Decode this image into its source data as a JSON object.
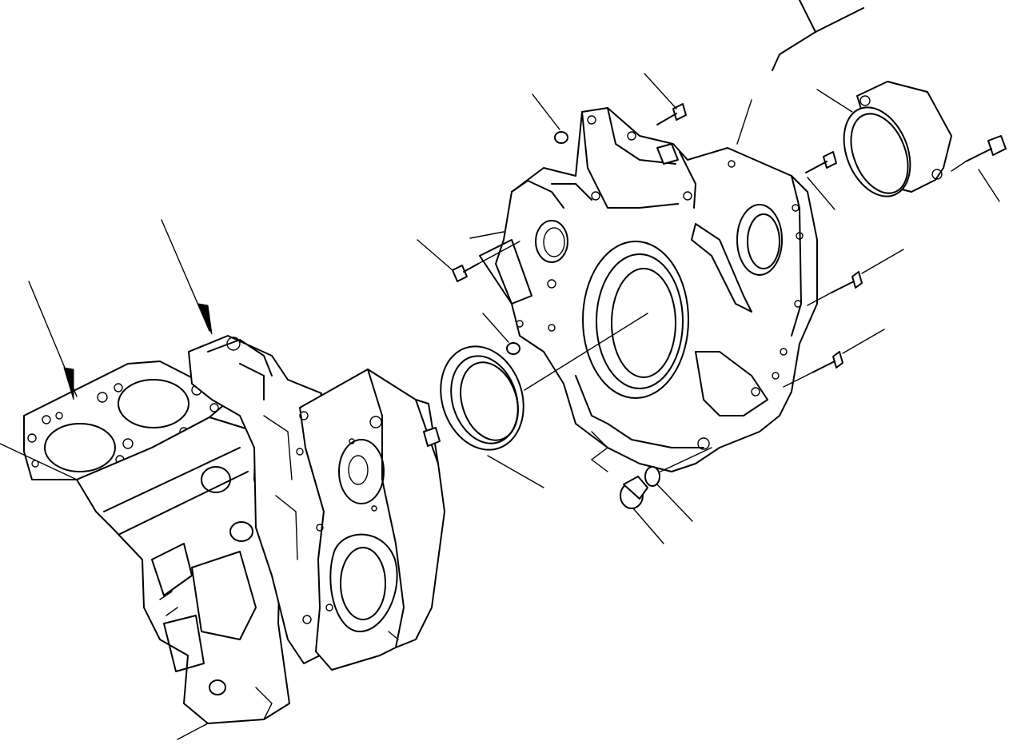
{
  "diagram": {
    "type": "exploded-parts-view",
    "labels": [],
    "colors": {
      "line": "#000000",
      "background": "#ffffff"
    },
    "parts": [
      "cylinder-head-gasket",
      "cylinder-block",
      "gear-housing",
      "front-cover",
      "front-crankshaft-seal",
      "dowel-pin-upper",
      "dowel-pin-lower",
      "cover-bolt-left",
      "cover-bolt-top",
      "cover-bolt-right-upper",
      "cover-bolt-right-middle",
      "cover-bolt-right-lower",
      "access-cover-plate",
      "access-cover-o-ring",
      "access-cover-bolt",
      "drain-plug",
      "drain-plug-seal-ring"
    ]
  }
}
